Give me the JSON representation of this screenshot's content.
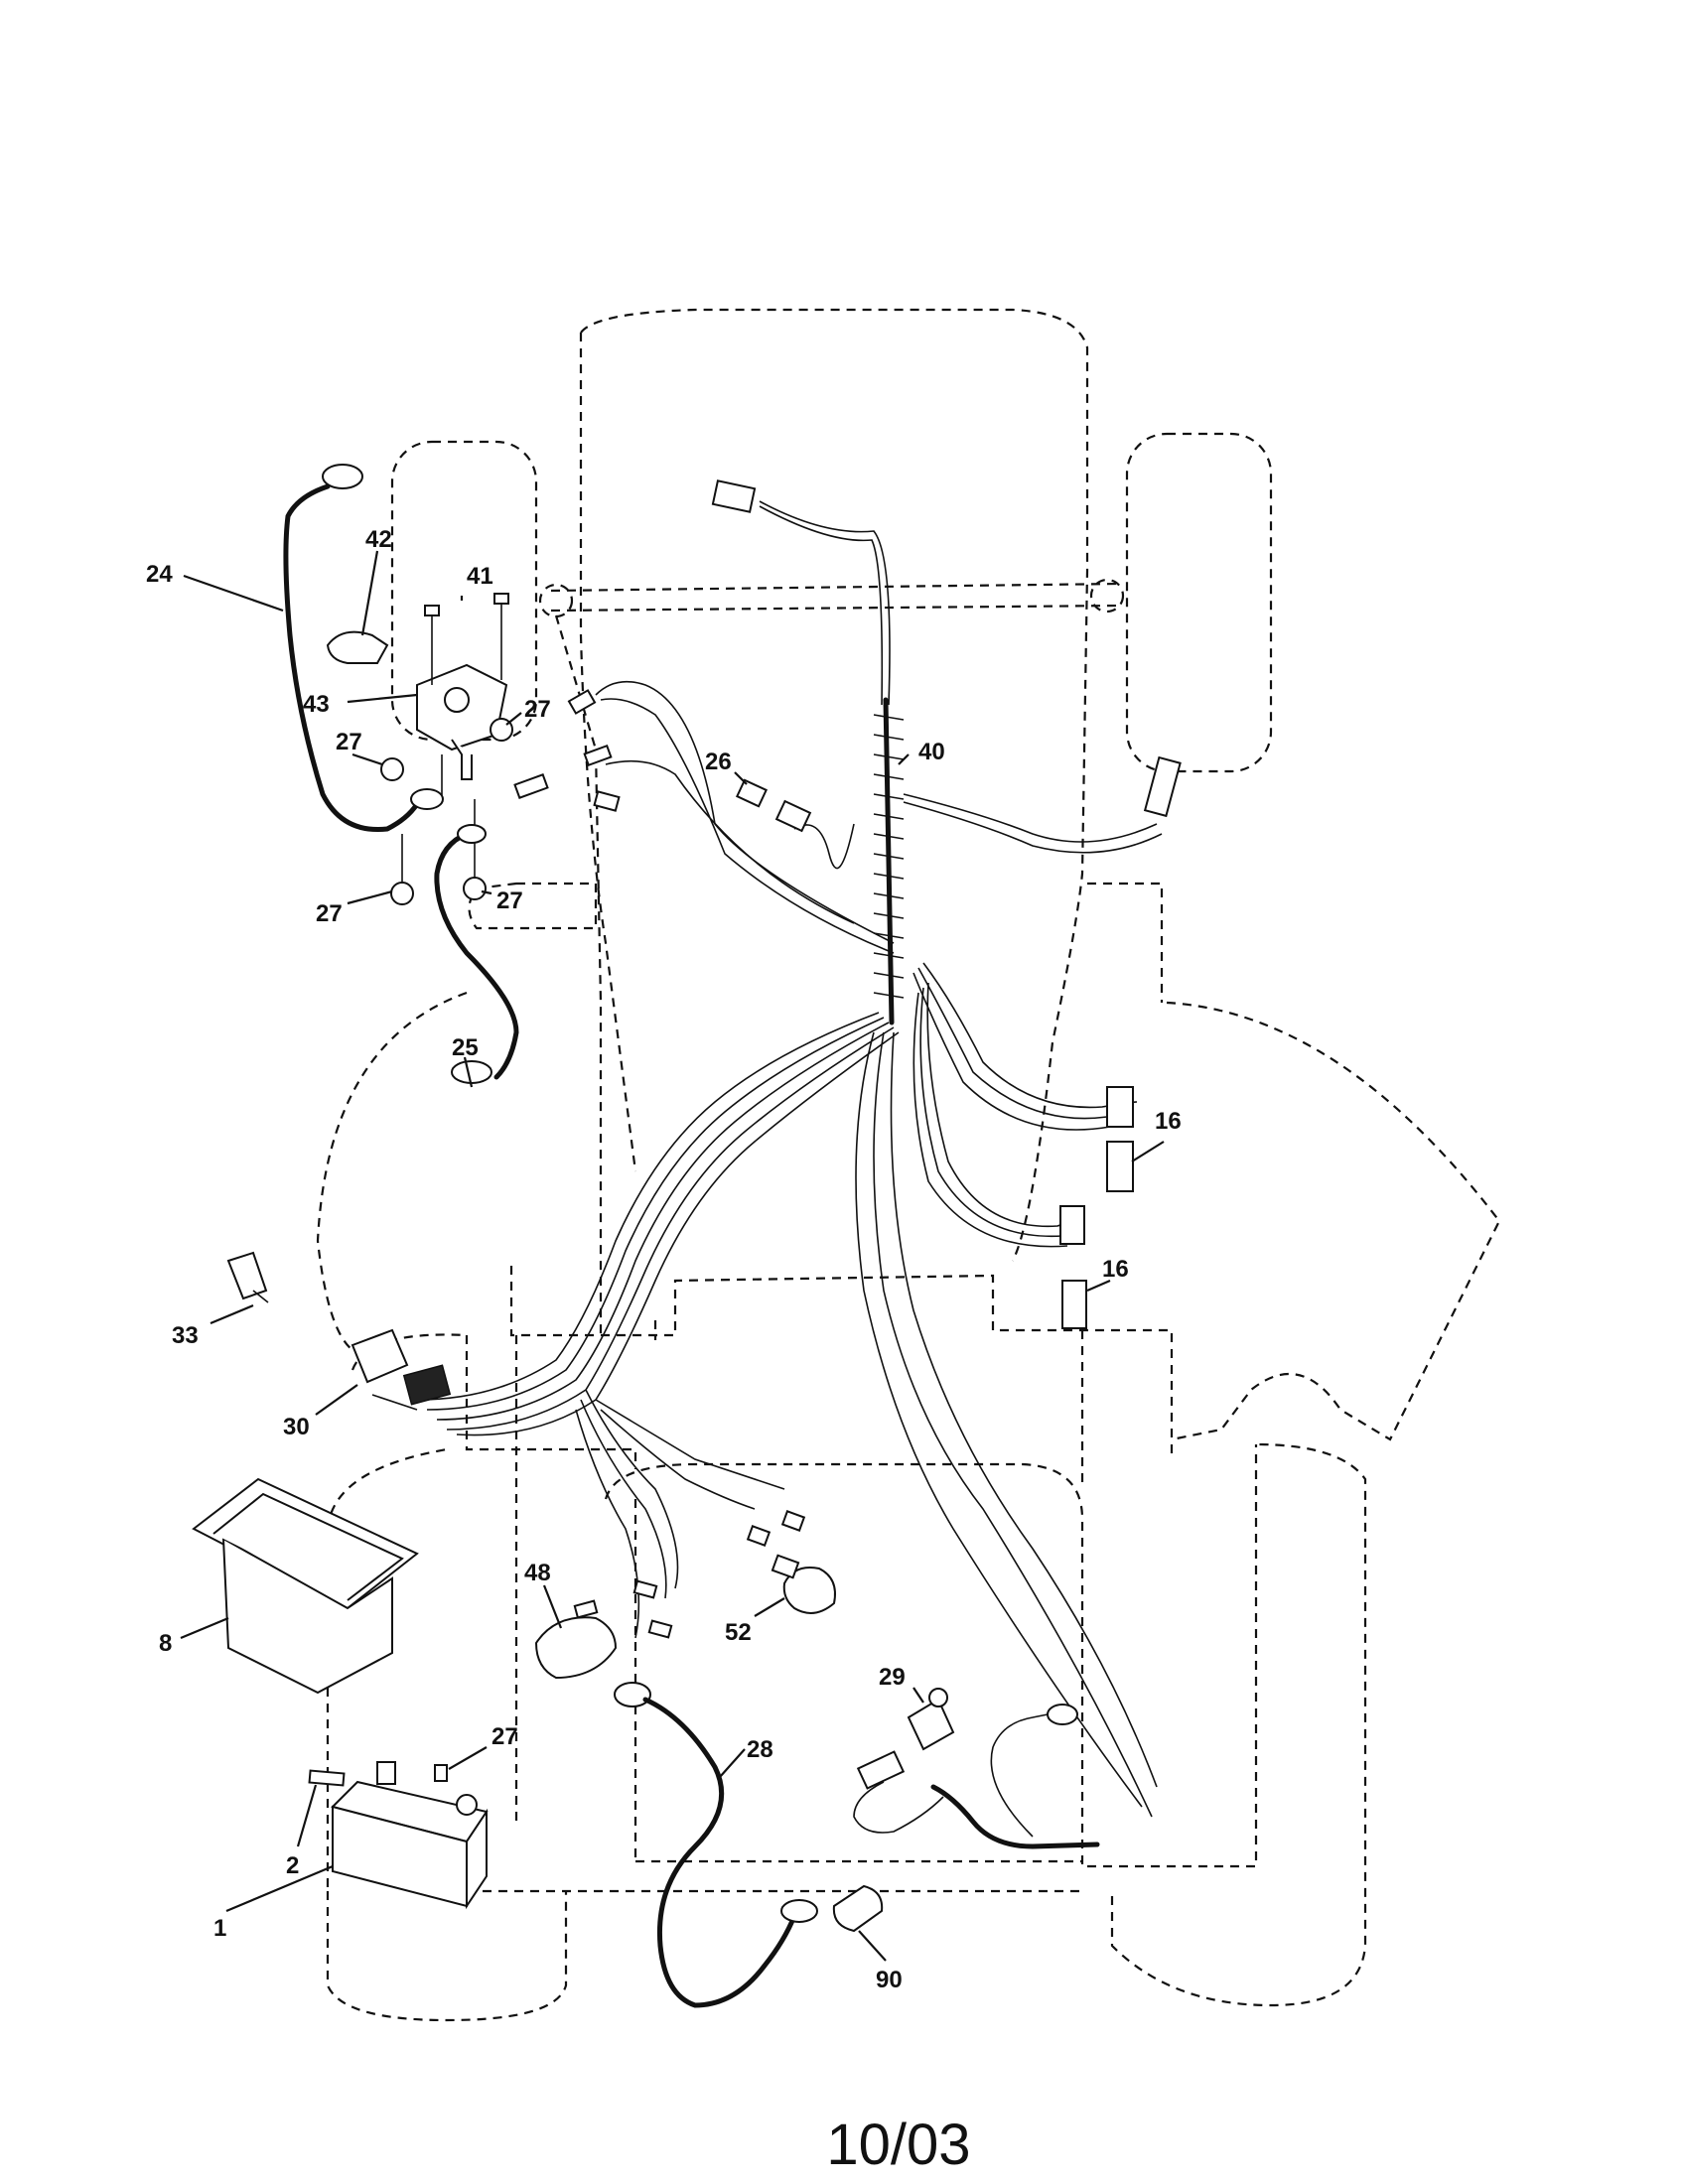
{
  "callouts": {
    "c1": "1",
    "c2": "2",
    "c8": "8",
    "c16a": "16",
    "c16b": "16",
    "c24": "24",
    "c25": "25",
    "c26": "26",
    "c27a": "27",
    "c27b": "27",
    "c27c": "27",
    "c27d": "27",
    "c27e": "27",
    "c28": "28",
    "c29": "29",
    "c30": "30",
    "c33": "33",
    "c40": "40",
    "c41": "41",
    "c42": "42",
    "c43": "43",
    "c48": "48",
    "c52": "52",
    "c90": "90"
  },
  "footer": {
    "date": "10/03"
  }
}
